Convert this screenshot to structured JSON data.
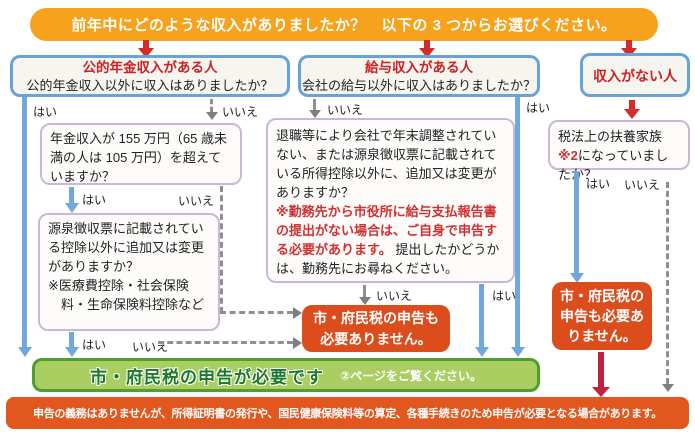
{
  "header": {
    "title": "前年中にどのような収入がありましたか？　以下の 3 つからお選びください。"
  },
  "labels": {
    "yes": "はい",
    "no": "いいえ"
  },
  "categories": {
    "pension": {
      "title": "公的年金収入がある人",
      "question": "公的年金収入以外に収入はありましたか？"
    },
    "salary": {
      "title": "給与収入がある人",
      "question": "会社の給与以外に収入はありましたか？"
    },
    "no_income": {
      "title": "収入がない人"
    }
  },
  "questions": {
    "pension_amount": "年金収入が 155 万円（65 歳未満の人は 105 万円）を超えていますか？",
    "withholding": {
      "main": "源泉徴収票に記載されている控除以外に追加又は変更がありますか？",
      "note": "※医療費控除・社会保険料・生命保険料控除など"
    },
    "year_end": {
      "main": "退職等により会社で年末調整されていない、または源泉徴収票に記載されている所得控除以外に、追加又は変更がありますか？",
      "warning": "※勤務先から市役所に給与支払報告書の提出がない場合は、ご自身で申告する必要があります。",
      "followup": "提出したかどうかは、勤務先にお尋ねください。"
    },
    "dependent": {
      "before": "税法上の扶養家族",
      "ref": "※2",
      "after": "になっていましたか？"
    }
  },
  "results": {
    "no_filing_mid": "市・府民税の申告も必要ありません。",
    "no_filing_right": "市・府民税の申告も必要ありません。",
    "filing_required": "市・府民税の申告が必要です",
    "filing_required_sub": "②ページをご覧ください。",
    "bottom_note": "申告の義務はありませんが、所得証明書の発行や、国民健康保険料等の算定、各種手続きのため申告が必要となる場合があります。"
  },
  "colors": {
    "banner_orange": "#F6A21D",
    "result_orange": "#DB4D1D",
    "bottom_orange": "#E2571E",
    "green_fill": "#AACE62",
    "green_border": "#4F9E2F",
    "blue_line": "#6FA8DC",
    "blue_border": "#66A3D8",
    "purple_border": "#C9B6D9",
    "red_text": "#CC2222",
    "red_arrow": "#D62B2B",
    "crimson_arrow": "#C22040",
    "gray_dash": "#8F8F8F"
  }
}
